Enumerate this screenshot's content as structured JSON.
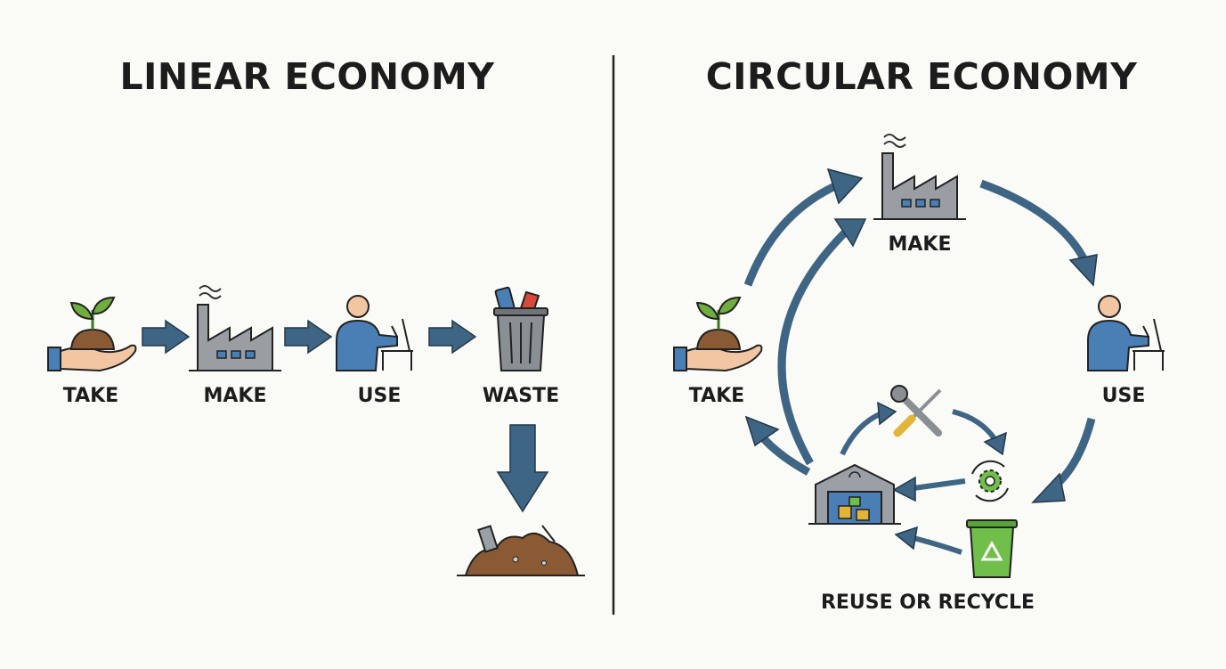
{
  "linear": {
    "title": "LINEAR ECONOMY",
    "steps": {
      "take": "TAKE",
      "make": "MAKE",
      "use": "USE",
      "waste": "WASTE"
    }
  },
  "circular": {
    "title": "CIRCULAR ECONOMY",
    "steps": {
      "take": "TAKE",
      "make": "MAKE",
      "use": "USE",
      "reuse": "REUSE OR RECYCLE"
    }
  },
  "colors": {
    "arrow": "#3f6584",
    "arrow_stroke": "#23384a",
    "factory": "#9a9ea2",
    "person": "#4a7fb5",
    "soil": "#8a5a35",
    "leaf": "#6fae3d",
    "hand": "#f2c6a2",
    "recycle_bin": "#6fbf4a"
  }
}
